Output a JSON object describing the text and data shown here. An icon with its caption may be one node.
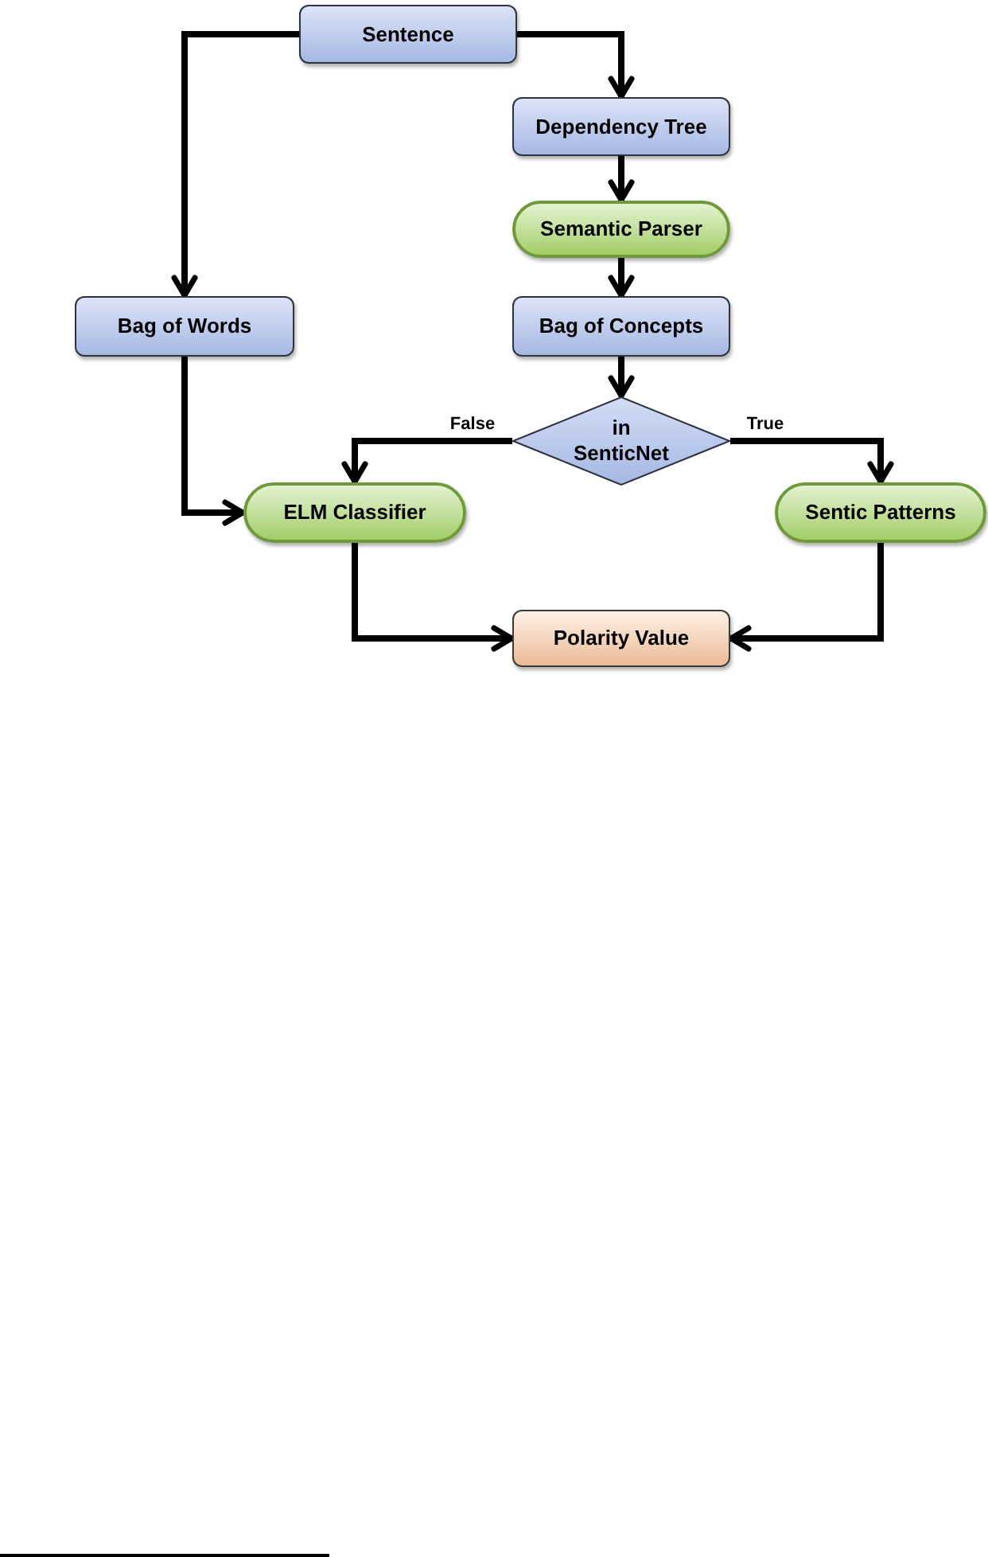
{
  "diagram": {
    "nodes": [
      {
        "text": [
          "Sentence"
        ]
      },
      {
        "text": [
          "Dependency Tree"
        ]
      },
      {
        "text": [
          "Semantic Parser"
        ]
      },
      {
        "text": [
          "Bag of Words"
        ]
      },
      {
        "text": [
          "Bag of Concepts"
        ]
      },
      {
        "text": [
          "in SenticNet"
        ]
      },
      {
        "text": [
          "ELM Classifier"
        ]
      },
      {
        "text": [
          "Sentic Patterns"
        ]
      },
      {
        "text": [
          "Polarity Value"
        ]
      }
    ],
    "edges": [
      {
        "from": 0,
        "to": 1,
        "arrow": "to"
      },
      {
        "from": 0,
        "to": 3,
        "arrow": "to"
      },
      {
        "from": 1,
        "to": 2,
        "arrow": "to"
      },
      {
        "from": 2,
        "to": 4,
        "arrow": "to"
      },
      {
        "from": 4,
        "to": 5,
        "arrow": "to"
      },
      {
        "from": 5,
        "to": 6,
        "arrow": "to",
        "label": "False"
      },
      {
        "from": 5,
        "to": 7,
        "arrow": "to",
        "label": "True"
      },
      {
        "from": 3,
        "to": 6,
        "arrow": "to"
      },
      {
        "from": 6,
        "to": 8,
        "arrow": "to"
      },
      {
        "from": 7,
        "to": 8,
        "arrow": "to"
      }
    ]
  }
}
